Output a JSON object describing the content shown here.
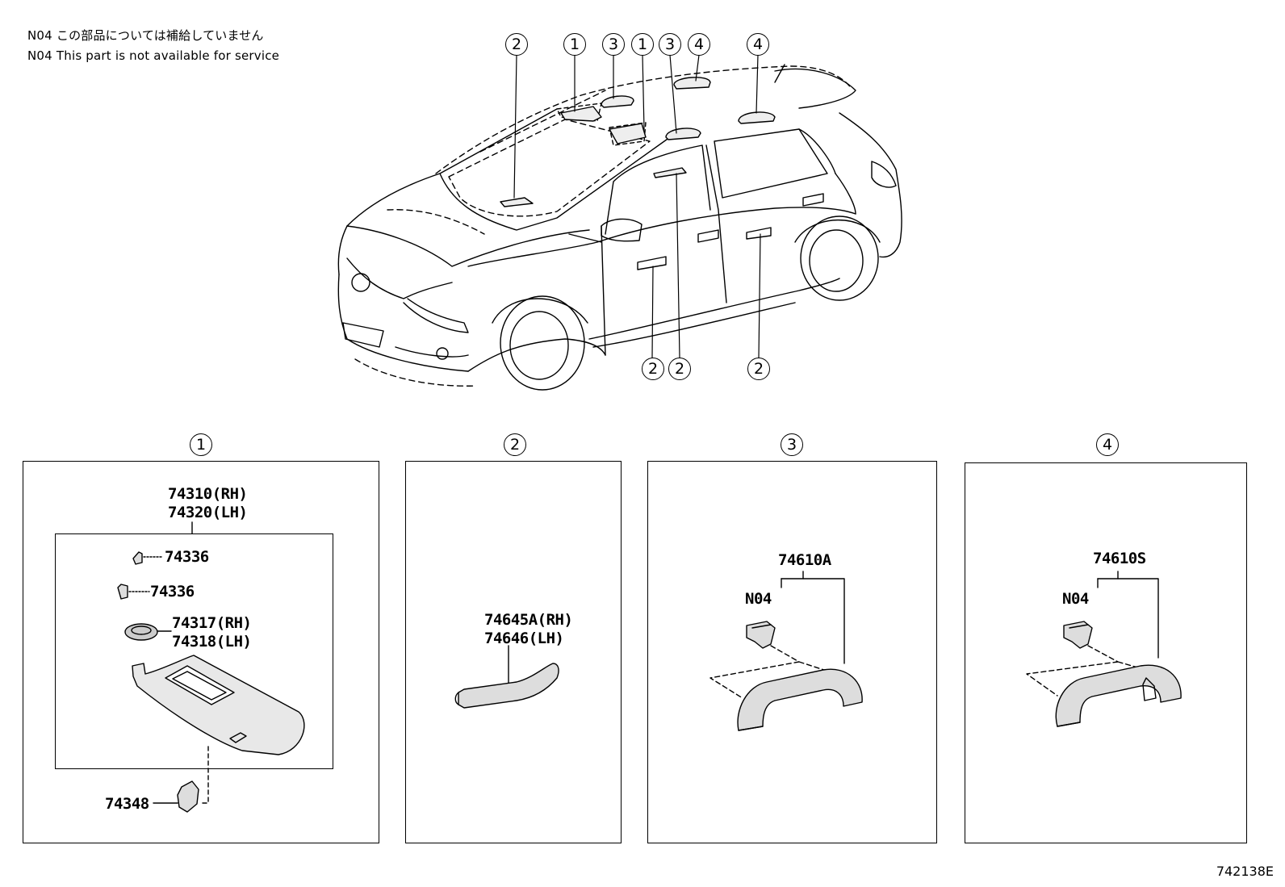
{
  "notes": {
    "jp": "N04 この部品については補給していません",
    "en": "N04 This part is not available for service"
  },
  "callouts": {
    "c1": "1",
    "c2": "2",
    "c3": "3",
    "c4": "4"
  },
  "sections": [
    {
      "id": "1",
      "parts": {
        "visor_rh": "74310(RH)",
        "visor_lh": "74320(LH)",
        "clip_a": "74336",
        "clip_b": "74336",
        "lamp_rh": "74317(RH)",
        "lamp_lh": "74318(LH)",
        "holder": "74348"
      }
    },
    {
      "id": "2",
      "parts": {
        "grip_rh": "74645A(RH)",
        "grip_lh": "74646(LH)"
      }
    },
    {
      "id": "3",
      "parts": {
        "assist_grip": "74610A",
        "n04": "N04"
      }
    },
    {
      "id": "4",
      "parts": {
        "assist_grip": "74610S",
        "n04": "N04"
      }
    }
  ],
  "diagram_id": "742138E"
}
